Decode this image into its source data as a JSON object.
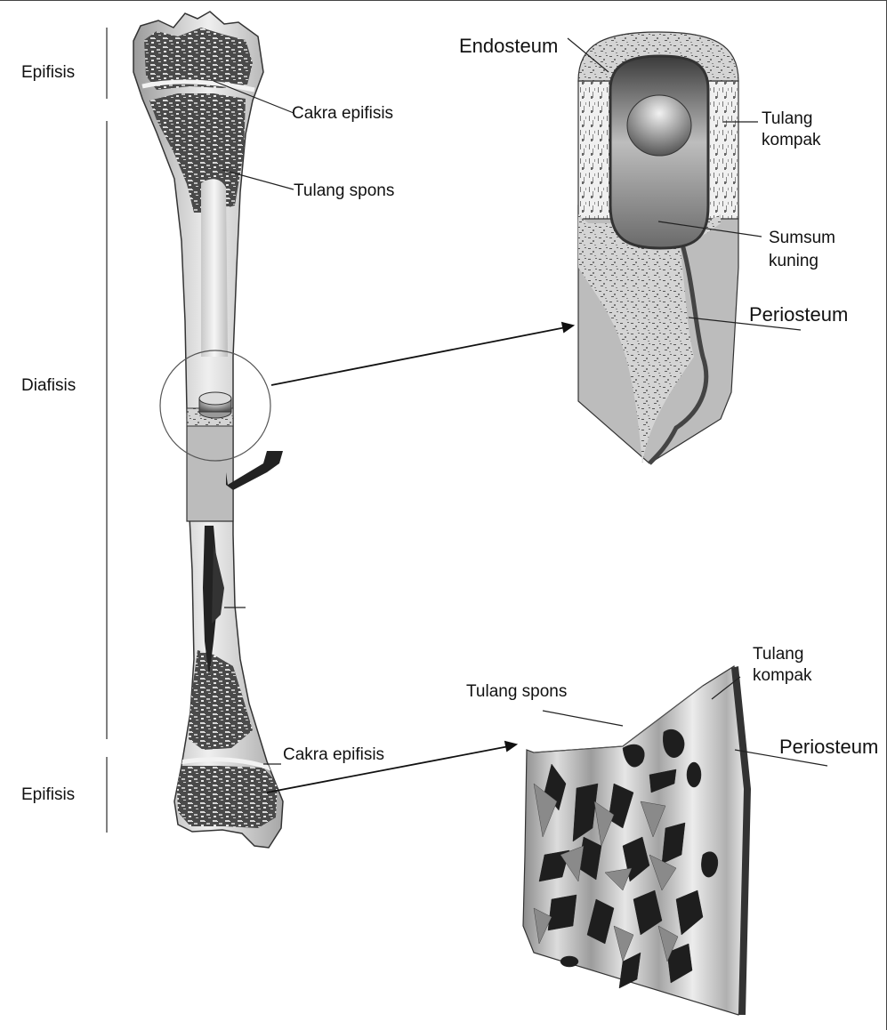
{
  "labels": {
    "epifisis_top": "Epifisis",
    "diafisis": "Diafisis",
    "epifisis_bottom": "Epifisis",
    "cakra_epifisis_top": "Cakra epifisis",
    "tulang_spons_bone": "Tulang spons",
    "cakra_epifisis_bottom": "Cakra epifisis",
    "endosteum": "Endosteum",
    "tulang_kompak_top_1": "Tulang",
    "tulang_kompak_top_2": "kompak",
    "sumsum_kuning_1": "Sumsum",
    "sumsum_kuning_2": "kuning",
    "periosteum_top": "Periosteum",
    "tulang_spons_detail": "Tulang spons",
    "tulang_kompak_bottom_1": "Tulang",
    "tulang_kompak_bottom_2": "kompak",
    "periosteum_bottom": "Periosteum"
  }
}
